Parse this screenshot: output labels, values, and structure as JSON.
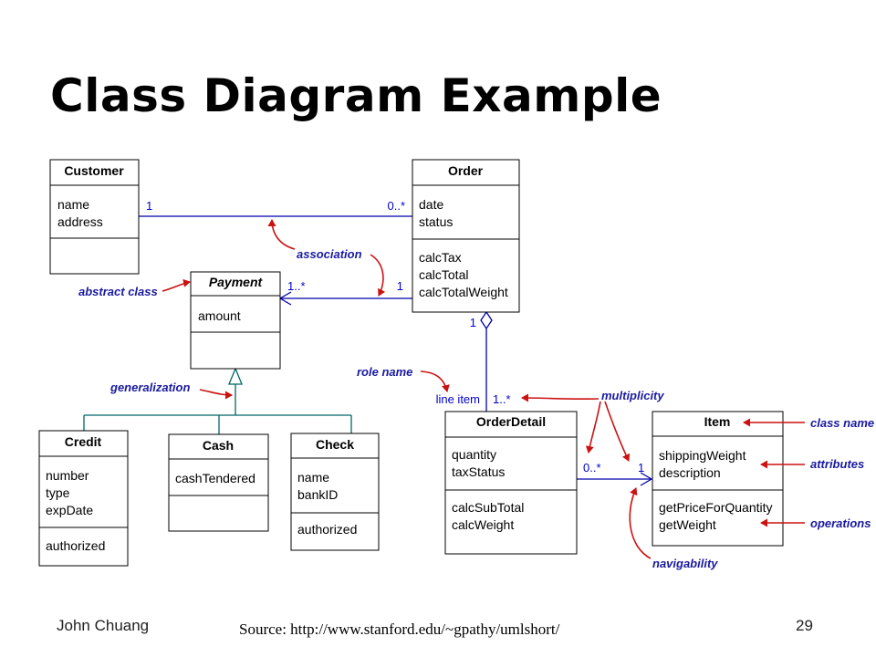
{
  "title": "Class Diagram Example",
  "footer": {
    "author": "John Chuang",
    "source": "Source: http://www.stanford.edu/~gpathy/umlshort/",
    "page": "29"
  },
  "classes": {
    "customer": {
      "name": "Customer",
      "attributes": [
        "name",
        "address"
      ],
      "operations": []
    },
    "order": {
      "name": "Order",
      "attributes": [
        "date",
        "status"
      ],
      "operations": [
        "calcTax",
        "calcTotal",
        "calcTotalWeight"
      ]
    },
    "payment": {
      "name": "Payment",
      "attributes": [
        "amount"
      ],
      "operations": []
    },
    "credit": {
      "name": "Credit",
      "attributes": [
        "number",
        "type",
        "expDate"
      ],
      "operations": [
        "authorized"
      ]
    },
    "cash": {
      "name": "Cash",
      "attributes": [
        "cashTendered"
      ],
      "operations": []
    },
    "check": {
      "name": "Check",
      "attributes": [
        "name",
        "bankID"
      ],
      "operations": [
        "authorized"
      ]
    },
    "orderdetail": {
      "name": "OrderDetail",
      "attributes": [
        "quantity",
        "taxStatus"
      ],
      "operations": [
        "calcSubTotal",
        "calcWeight"
      ]
    },
    "item": {
      "name": "Item",
      "attributes": [
        "shippingWeight",
        "description"
      ],
      "operations": [
        "getPriceForQuantity",
        "getWeight"
      ]
    }
  },
  "multiplicities": {
    "customer_order_customer": "1",
    "customer_order_order": "0..*",
    "order_payment_payment": "1..*",
    "order_payment_order": "1",
    "order_orderdetail_order": "1",
    "order_orderdetail_detail": "1..*",
    "orderdetail_item_detail": "0..*",
    "orderdetail_item_item": "1"
  },
  "role_name": "line item",
  "annotations": {
    "association": "association",
    "abstract_class": "abstract class",
    "generalization": "generalization",
    "role_name": "role name",
    "multiplicity": "multiplicity",
    "class_name": "class name",
    "attributes": "attributes",
    "operations": "operations",
    "navigability": "navigability"
  },
  "colors": {
    "association_line": "#0000aa",
    "generalization_line": "#006666",
    "annotation_text": "#1a1aa0",
    "annotation_arrow": "#cc1111"
  }
}
